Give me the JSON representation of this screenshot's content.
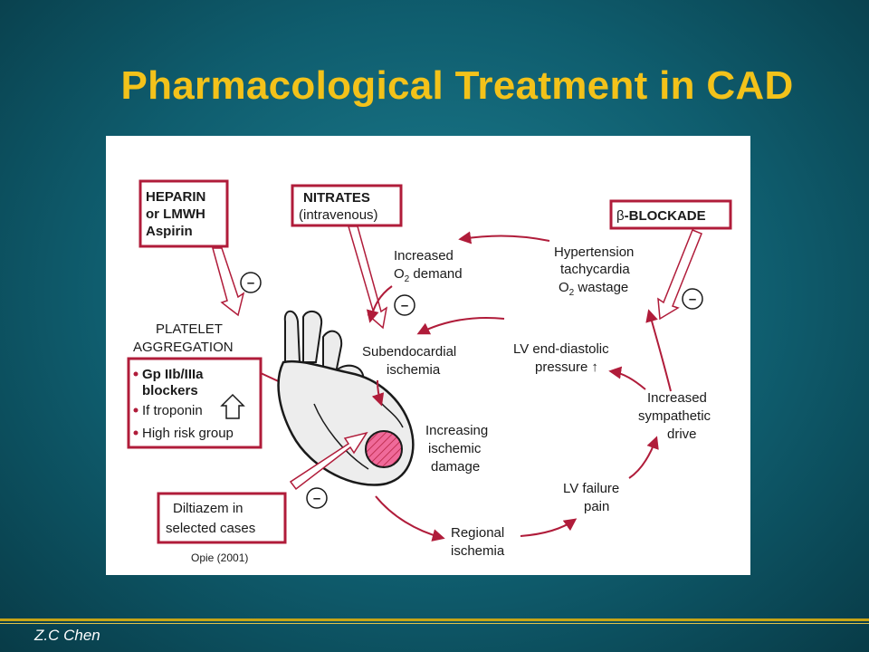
{
  "slide": {
    "title": "Pharmacological Treatment in CAD",
    "author": "Z.C Chen"
  },
  "diagram": {
    "heparin_box": [
      "HEPARIN",
      "or LMWH",
      "Aspirin"
    ],
    "nitrates_box": {
      "title": "NITRATES",
      "subtitle": "(intravenous)"
    },
    "beta_box": {
      "symbol": "β",
      "label": "-BLOCKADE"
    },
    "platelet": [
      "PLATELET",
      "AGGREGATION"
    ],
    "gp_box": {
      "line1": "Gp IIb/IIIa",
      "line2": "blockers",
      "line3": "If troponin",
      "line4": "High risk group"
    },
    "diltiazem_box": [
      "Diltiazem in",
      "selected cases"
    ],
    "citation": "Opie (2001)",
    "cycle": {
      "o2_demand": {
        "line1": "Increased",
        "line2_prefix": "O",
        "line2_sub": "2",
        "line2_suffix": " demand"
      },
      "hypertension": {
        "line1": "Hypertension",
        "line2": "tachycardia",
        "line3_prefix": "O",
        "line3_sub": "2",
        "line3_suffix": " wastage"
      },
      "subendocardial": [
        "Subendocardial",
        "ischemia"
      ],
      "lv_pressure": {
        "line1": "LV end-diastolic",
        "line2": "pressure",
        "arrow": "↑"
      },
      "increasing_damage": [
        "Increasing",
        "ischemic",
        "damage"
      ],
      "sympathetic": [
        "Increased",
        "sympathetic",
        "drive"
      ],
      "lv_failure": [
        "LV failure",
        "pain"
      ],
      "regional": [
        "Regional",
        "ischemia"
      ]
    },
    "inhibit_symbol": "–",
    "colors": {
      "arrow": "#b01c3a",
      "box_border": "#b01c3a",
      "infarct": "#f06a9a"
    }
  }
}
